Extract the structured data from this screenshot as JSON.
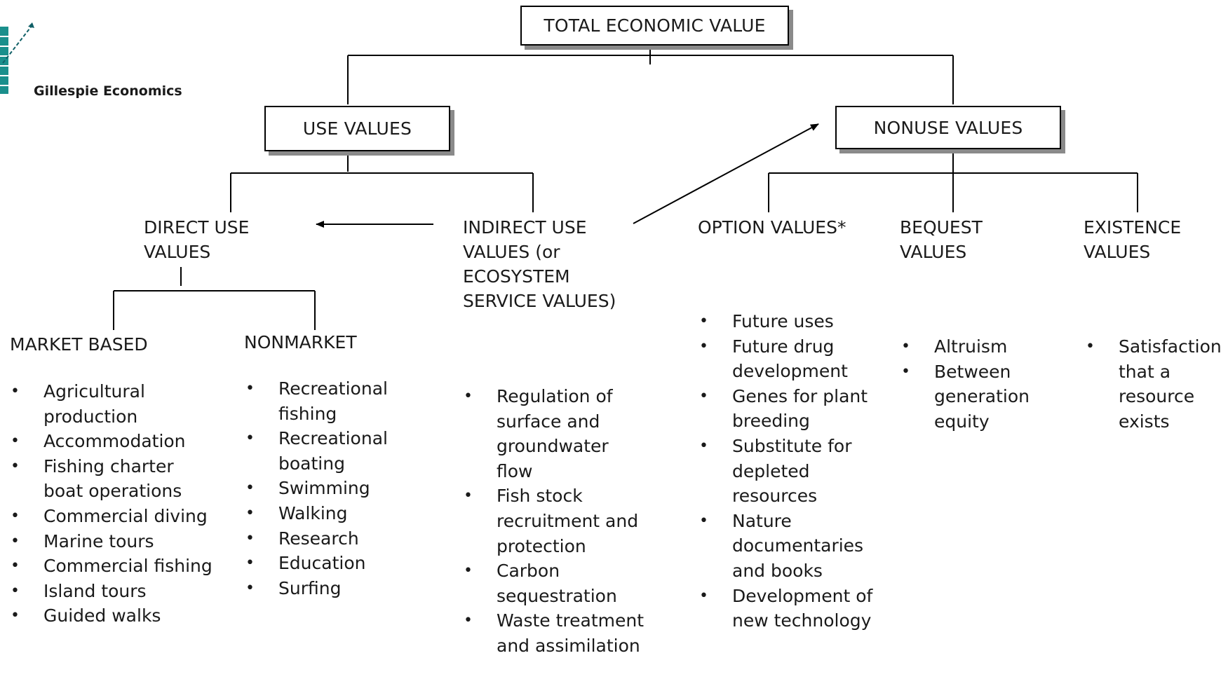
{
  "brand": {
    "name": "Gillespie Economics"
  },
  "diagram": {
    "root": "TOTAL ECONOMIC VALUE",
    "use_values": "USE VALUES",
    "nonuse_values": "NONUSE VALUES",
    "direct_use": [
      "DIRECT USE",
      "VALUES"
    ],
    "indirect_use": [
      "INDIRECT USE",
      "VALUES (or",
      "ECOSYSTEM",
      "SERVICE VALUES)"
    ],
    "option": [
      "OPTION VALUES*"
    ],
    "bequest": [
      "BEQUEST",
      "VALUES"
    ],
    "existence": [
      "EXISTENCE",
      "VALUES"
    ],
    "market_based": "MARKET BASED",
    "nonmarket": "NONMARKET",
    "lists": {
      "market": [
        "Agricultural production",
        "Accommodation",
        "Fishing charter boat operations",
        "Commercial diving",
        "Marine tours",
        "Commercial fishing",
        "Island tours",
        "Guided walks"
      ],
      "nonmarket": [
        "Recreational fishing",
        "Recreational boating",
        "Swimming",
        "Walking",
        "Research",
        "Education",
        "Surfing"
      ],
      "indirect": [
        "Regulation of surface and groundwater flow",
        "Fish stock recruitment and protection",
        "Carbon sequestration",
        "Waste treatment and assimilation"
      ],
      "option": [
        "Future uses",
        "Future drug development",
        "Genes for plant breeding",
        "Substitute for depleted resources",
        "Nature documentaries and books",
        "Development of new technology"
      ],
      "bequest": [
        "Altruism",
        "Between generation equity"
      ],
      "existence": [
        "Satisfaction that a resource exists"
      ]
    }
  },
  "colors": {
    "logo_teal": "#1a8f8c",
    "logo_dark": "#0f5f66",
    "line": "#000000",
    "shadow": "#8a8a8a"
  }
}
